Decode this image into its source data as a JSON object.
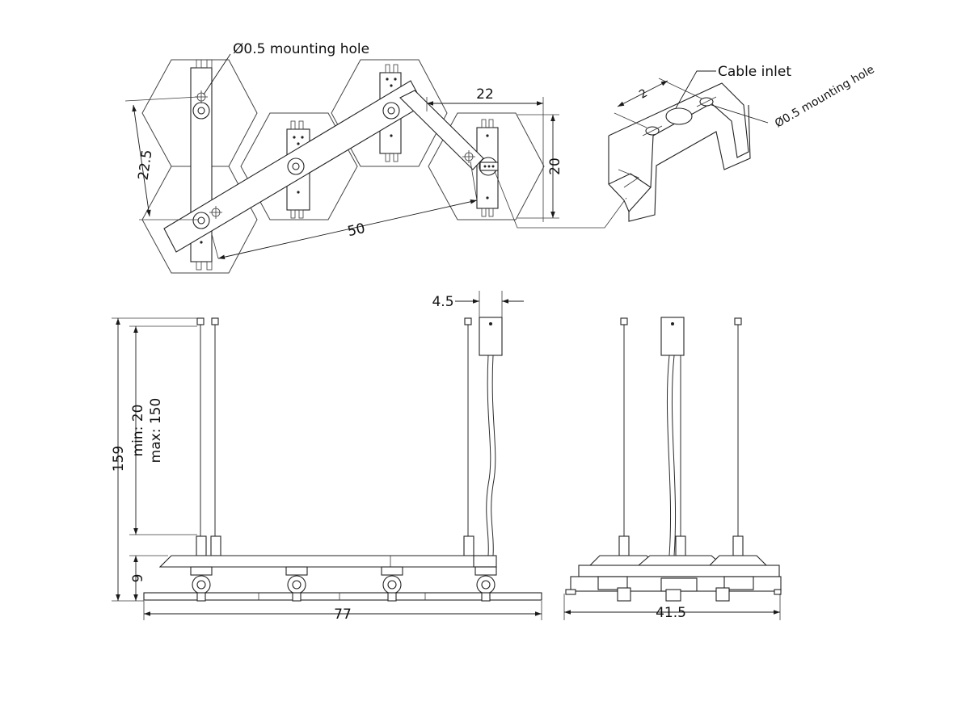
{
  "top_view": {
    "mounting_hole_label": "Ø0.5 mounting hole",
    "dim_height": "22.5",
    "dim_length": "50",
    "dim_width": "22",
    "dim_right_height": "20"
  },
  "bracket_view": {
    "cable_inlet_label": "Cable inlet",
    "mounting_hole_label": "Ø0.5 mounting hole",
    "dim_hole_spacing": "2"
  },
  "front_view": {
    "dim_total_height": "159",
    "dim_suspension_min": "min: 20",
    "dim_suspension_max": "max: 150",
    "dim_body_height": "9",
    "dim_length": "77",
    "dim_canopy_width": "4.5"
  },
  "side_view": {
    "dim_width": "41.5"
  }
}
